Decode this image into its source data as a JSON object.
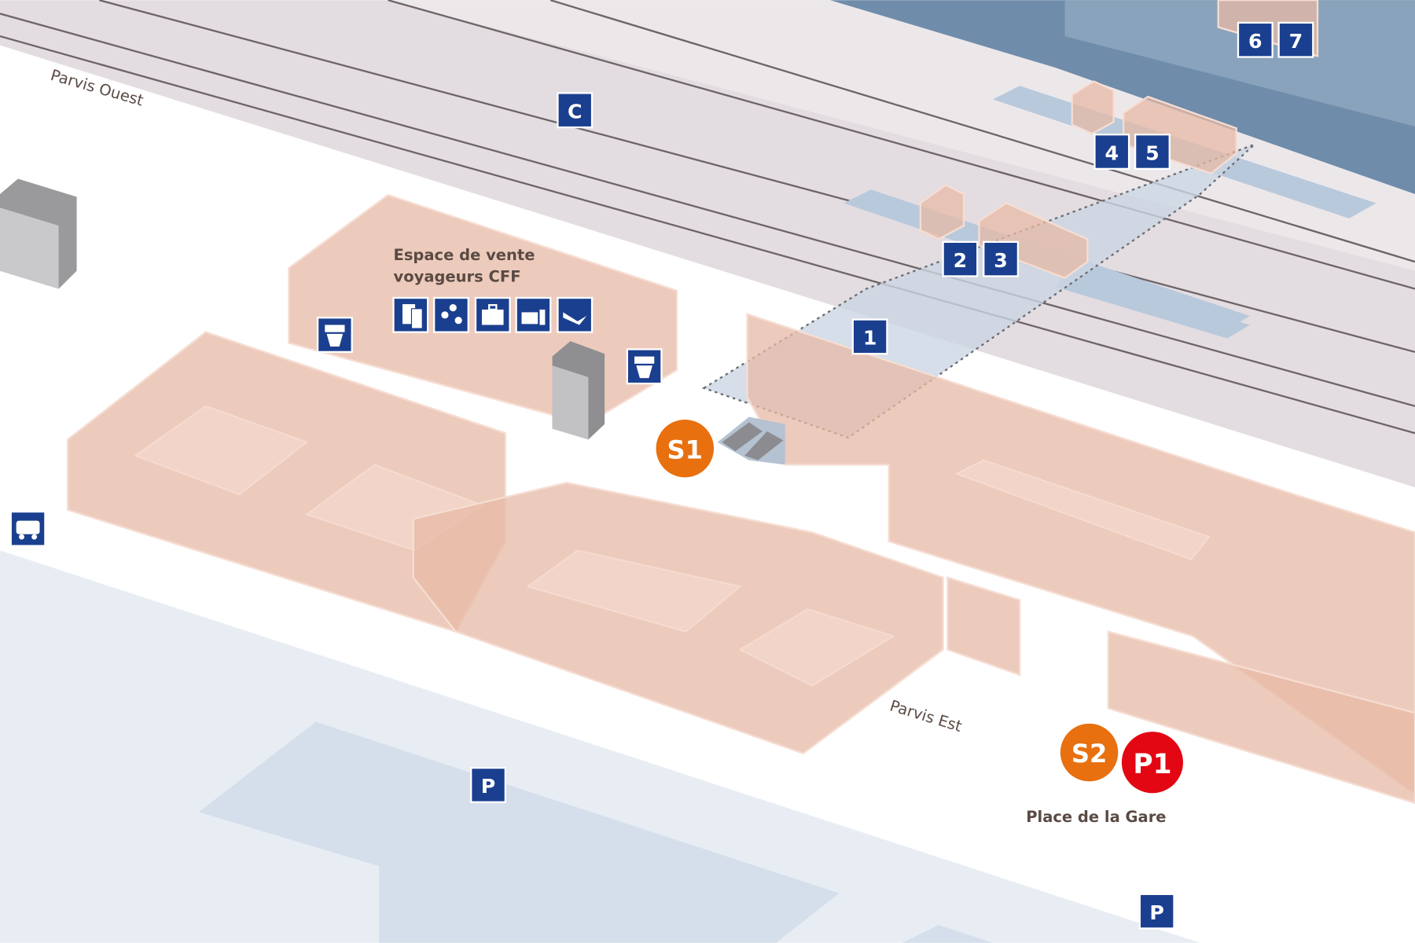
{
  "map": {
    "streets": {
      "parvis_ouest": "Parvis Ouest",
      "parvis_est": "Parvis Est",
      "place_de_la_gare": "Place de la Gare"
    },
    "sales_area": {
      "line1": "Espace de vente",
      "line2": "voyageurs CFF",
      "service_icons": [
        "ticket-machine-icon",
        "currency-exchange-icon",
        "luggage-icon",
        "baggage-service-icon",
        "airport-checkin-icon"
      ]
    },
    "platform_markers": [
      "1",
      "2",
      "3",
      "4",
      "5",
      "6",
      "7"
    ],
    "sector_marker": "C",
    "parking_markers": [
      "P",
      "P"
    ],
    "stops": {
      "s1": "S1",
      "s2": "S2",
      "p1": "P1"
    },
    "colors": {
      "marker_blue": "#1b3f8f",
      "stop_orange": "#e8700f",
      "stop_red": "#e30613",
      "building": "#e7b9a6",
      "tracks": "#ddd6da",
      "roof": "#6d8aa8"
    }
  }
}
